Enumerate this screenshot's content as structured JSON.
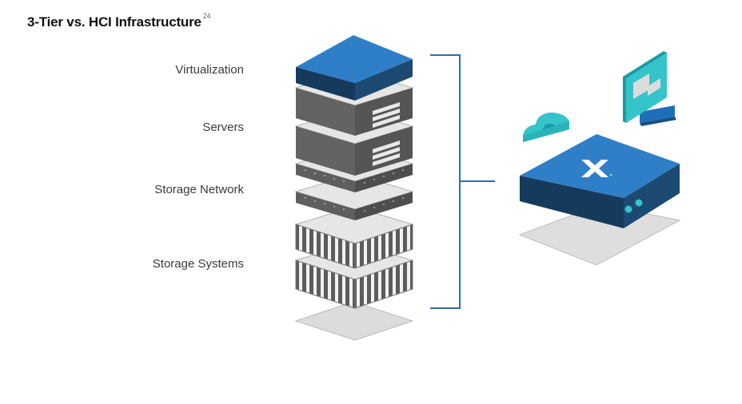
{
  "title": "3-Tier vs. HCI Infrastructure",
  "footnote_ref": "24",
  "layers": [
    {
      "label": "Virtualization"
    },
    {
      "label": "Servers"
    },
    {
      "label": "Storage Network"
    },
    {
      "label": "Storage Systems"
    }
  ],
  "icons": {
    "hci_logo": "x-logo-icon",
    "cloud": "cloud-icon",
    "monitor": "monitor-icon"
  },
  "colors": {
    "blue_top": "#2f7fc8",
    "blue_dark": "#163a5c",
    "teal": "#35c4c9",
    "gray_light": "#e4e4e4",
    "gray_dark": "#5a5a5a",
    "bracket": "#2a6fb0"
  }
}
